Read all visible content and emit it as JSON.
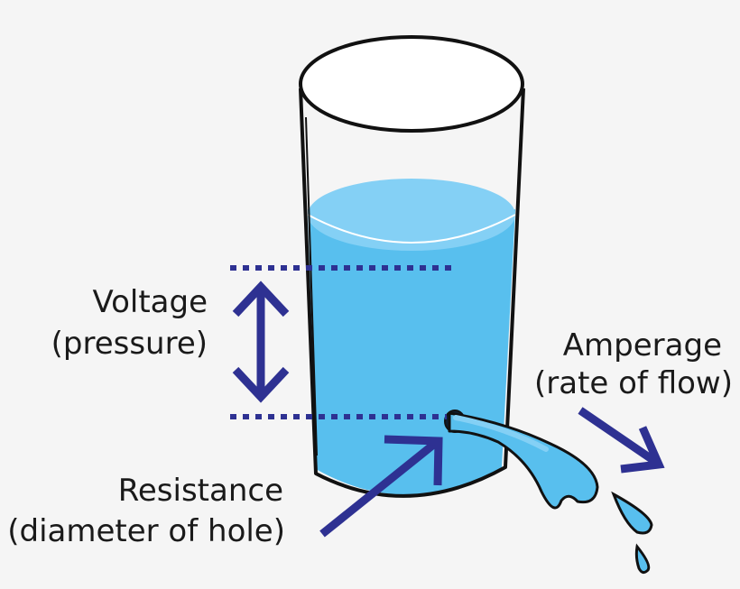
{
  "labels": {
    "voltage": "Voltage",
    "voltage_sub": "(pressure)",
    "amperage": "Amperage",
    "amperage_sub": "(rate of flow)",
    "resistance": "Resistance",
    "resistance_sub": "(diameter of hole)"
  },
  "colors": {
    "water": "#58bfee",
    "water_surface": "#84d0f5",
    "arrow": "#2e3192",
    "outline": "#111111",
    "background": "#f5f5f5"
  }
}
